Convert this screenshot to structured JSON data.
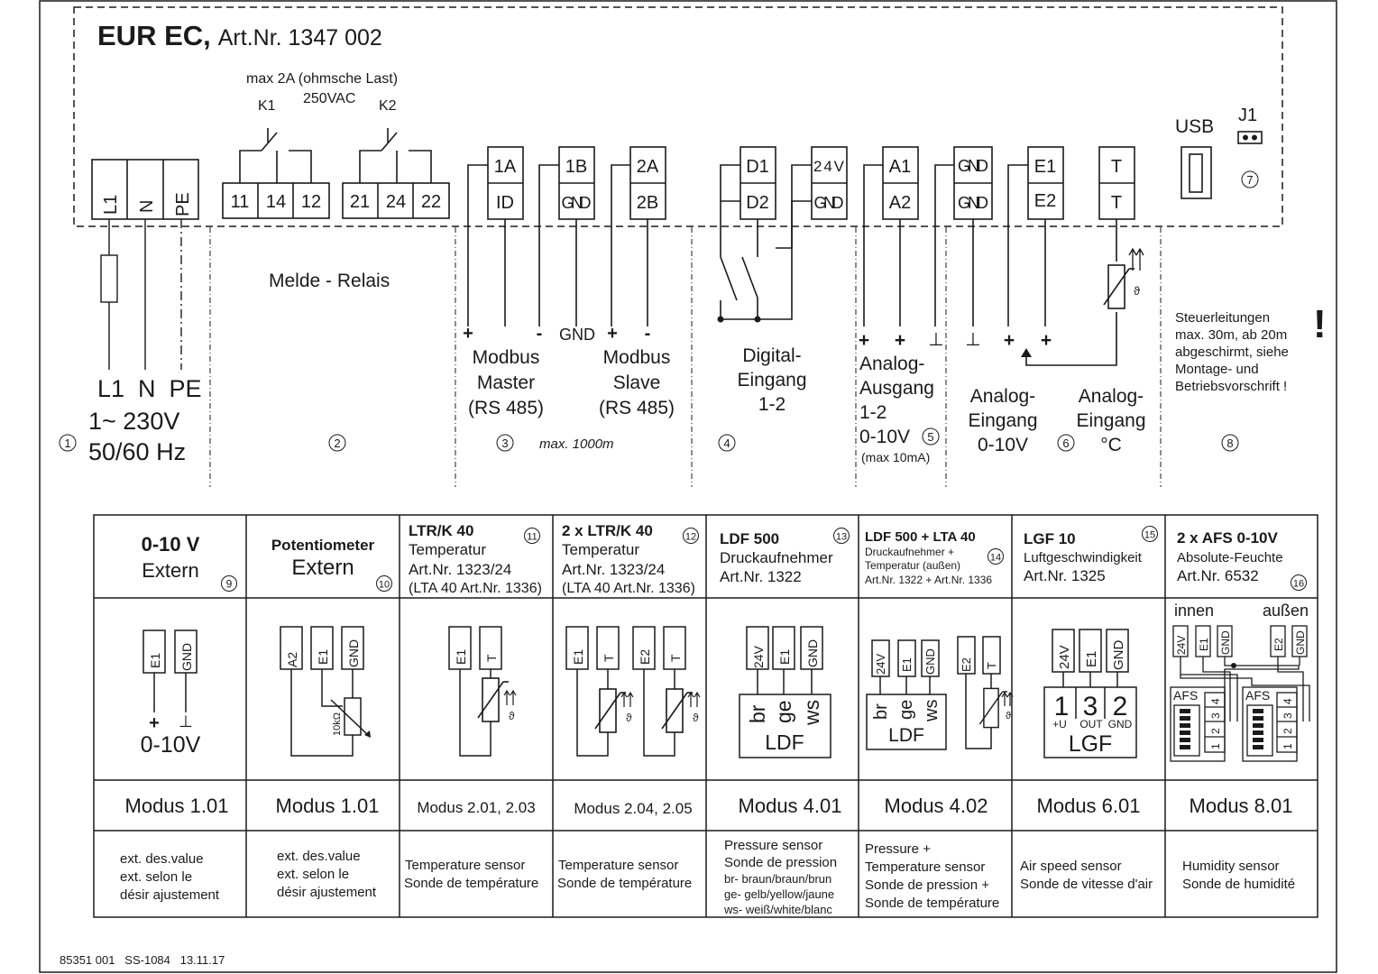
{
  "header": {
    "title_bold": "EUR EC,",
    "title_rest": "Art.Nr. 1347 002",
    "relay_rating": "max 2A (ohmsche Last)",
    "relay_voltage": "250VAC",
    "k1": "K1",
    "k2": "K2",
    "usb": "USB",
    "j1": "J1"
  },
  "terminals": {
    "l1": "L1",
    "n": "N",
    "pe": "PE",
    "t11": "11",
    "t14": "14",
    "t12": "12",
    "t21": "21",
    "t24": "24",
    "t22": "22",
    "t1a": "1A",
    "tid": "ID",
    "t1b": "1B",
    "tgnd1": "GND",
    "t2a": "2A",
    "t2b": "2B",
    "td1": "D1",
    "td2": "D2",
    "t24v": "24V",
    "tgnd2": "GND",
    "ta1": "A1",
    "ta2": "A2",
    "tgnd3": "GND",
    "tgnd4": "GND",
    "te1": "E1",
    "te2": "E2",
    "tt1": "T",
    "tt2": "T"
  },
  "sections": {
    "power": {
      "line1": "L1  N  PE",
      "line2": "1~ 230V",
      "line3": "50/60 Hz",
      "num": "1"
    },
    "relay": {
      "label": "Melde - Relais",
      "num": "2"
    },
    "modbus": {
      "plus1": "+",
      "minus1": "-",
      "gnd": "GND",
      "plus2": "+",
      "minus2": "-",
      "master1": "Modbus",
      "master2": "Master",
      "master3": "(RS 485)",
      "slave1": "Modbus",
      "slave2": "Slave",
      "slave3": "(RS 485)",
      "num": "3",
      "maxlen": "max. 1000m"
    },
    "digital": {
      "l1": "Digital-",
      "l2": "Eingang",
      "l3": "1-2",
      "num": "4"
    },
    "analog_out": {
      "plus1": "+",
      "plus2": "+",
      "ground": "⊥",
      "l1": "Analog-",
      "l2": "Ausgang",
      "l3": "1-2",
      "l4": "0-10V",
      "num": "5",
      "l5": "(max 10mA)"
    },
    "analog_in": {
      "ground": "⊥",
      "plus1": "+",
      "plus2": "+",
      "a1": "Analog-",
      "a2": "Eingang",
      "a3": "0-10V",
      "b1": "Analog-",
      "b2": "Eingang",
      "b3": "°C",
      "num": "6"
    },
    "notes": {
      "l1": "Steuerleitungen",
      "l2": "max. 30m, ab 20m",
      "l3": "abgeschirmt, siehe",
      "l4": "Montage- und",
      "l5": "Betriebsvorschrift !",
      "excl": "!",
      "num": "8"
    },
    "usb_num": "7"
  },
  "table": {
    "cols": [
      {
        "h1": "0-10 V",
        "h2": "Extern",
        "num": "9",
        "modus": "Modus 1.01",
        "desc": [
          "ext. des.value",
          "ext. selon le",
          "désir ajustement"
        ]
      },
      {
        "h1": "Potentiometer",
        "h2": "Extern",
        "num": "10",
        "modus": "Modus 1.01",
        "desc": [
          "ext. des.value",
          "ext. selon le",
          "désir ajustement"
        ]
      },
      {
        "h1": "LTR/K 40",
        "h2": "Temperatur",
        "h3": "Art.Nr. 1323/24",
        "h4": "(LTA 40 Art.Nr. 1336)",
        "num": "11",
        "modus": "Modus 2.01, 2.03",
        "desc": [
          "Temperature sensor",
          "Sonde de température"
        ]
      },
      {
        "h1": "2 x LTR/K 40",
        "h2": "Temperatur",
        "h3": "Art.Nr. 1323/24",
        "h4": "(LTA 40 Art.Nr. 1336)",
        "num": "12",
        "modus": "Modus 2.04, 2.05",
        "desc": [
          "Temperature sensor",
          "Sonde de température"
        ]
      },
      {
        "h1": "LDF 500",
        "h2": "Druckaufnehmer",
        "h3": "Art.Nr. 1322",
        "num": "13",
        "modus": "Modus 4.01",
        "desc": [
          "Pressure sensor",
          "Sonde de pression",
          "br- braun/braun/brun",
          "ge- gelb/yellow/jaune",
          "ws- weiß/white/blanc"
        ]
      },
      {
        "h1": "LDF 500 + LTA 40",
        "h2": "Druckaufnehmer +",
        "h3": "Temperatur (außen)",
        "h4": "Art.Nr. 1322 + Art.Nr. 1336",
        "num": "14",
        "modus": "Modus 4.02",
        "desc": [
          "Pressure +",
          "Temperature sensor",
          "Sonde de pression +",
          "Sonde de température"
        ]
      },
      {
        "h1": "LGF 10",
        "h2": "Luftgeschwindigkeit",
        "h3": "Art.Nr. 1325",
        "num": "15",
        "modus": "Modus 6.01",
        "desc": [
          "Air speed sensor",
          "Sonde de vitesse d'air"
        ]
      },
      {
        "h1": "2 x AFS 0-10V",
        "h2": "Absolute-Feuchte",
        "h3": "Art.Nr. 6532",
        "num": "16",
        "modus": "Modus 8.01",
        "desc": [
          "Humidity sensor",
          "Sonde de humidité"
        ]
      }
    ],
    "wiring": {
      "c1": {
        "e1": "E1",
        "gnd": "GND",
        "plus": "+",
        "ground": "⊥",
        "v": "0-10V"
      },
      "c2": {
        "a2": "A2",
        "e1": "E1",
        "gnd": "GND",
        "r": "10kΩ"
      },
      "c3": {
        "e1": "E1",
        "t": "T"
      },
      "c4": {
        "e1": "E1",
        "t1": "T",
        "e2": "E2",
        "t2": "T"
      },
      "c5": {
        "v24": "24V",
        "e1": "E1",
        "gnd": "GND",
        "br": "br",
        "ge": "ge",
        "ws": "ws",
        "ldf": "LDF"
      },
      "c6": {
        "v24": "24V",
        "e1": "E1",
        "gnd": "GND",
        "e2": "E2",
        "t": "T",
        "br": "br",
        "ge": "ge",
        "ws": "ws",
        "ldf": "LDF"
      },
      "c7": {
        "v24": "24V",
        "e1": "E1",
        "gnd": "GND",
        "n1": "1",
        "n3": "3",
        "n2": "2",
        "u": "+U",
        "out": "OUT",
        "g": "GND",
        "lgf": "LGF"
      },
      "c8": {
        "innen": "innen",
        "aussen": "außen",
        "v24": "24V",
        "e1": "E1",
        "gnd": "GND",
        "e2": "E2",
        "gnd2": "GND",
        "afs": "AFS",
        "afs2": "AFS",
        "p1": "1",
        "p2": "2",
        "p3": "3",
        "p4": "4"
      }
    }
  },
  "footer": {
    "code": "85351 001   SS-1084   13.11.17"
  }
}
